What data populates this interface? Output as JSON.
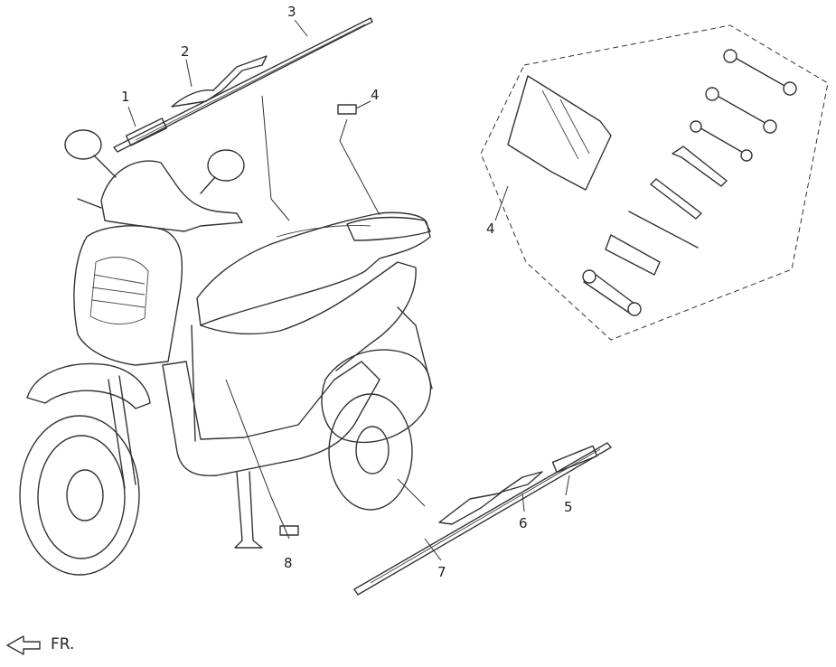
{
  "callouts": [
    {
      "id": "1",
      "label": "1"
    },
    {
      "id": "2",
      "label": "2"
    },
    {
      "id": "3",
      "label": "3"
    },
    {
      "id": "4",
      "label": "4"
    },
    {
      "id": "4b",
      "label": "4"
    },
    {
      "id": "5",
      "label": "5"
    },
    {
      "id": "6",
      "label": "6"
    },
    {
      "id": "7",
      "label": "7"
    },
    {
      "id": "8",
      "label": "8"
    }
  ],
  "direction": {
    "label": "FR.",
    "icon": "arrow-left-icon"
  },
  "colors": {
    "line": "#333333",
    "background": "#ffffff"
  }
}
